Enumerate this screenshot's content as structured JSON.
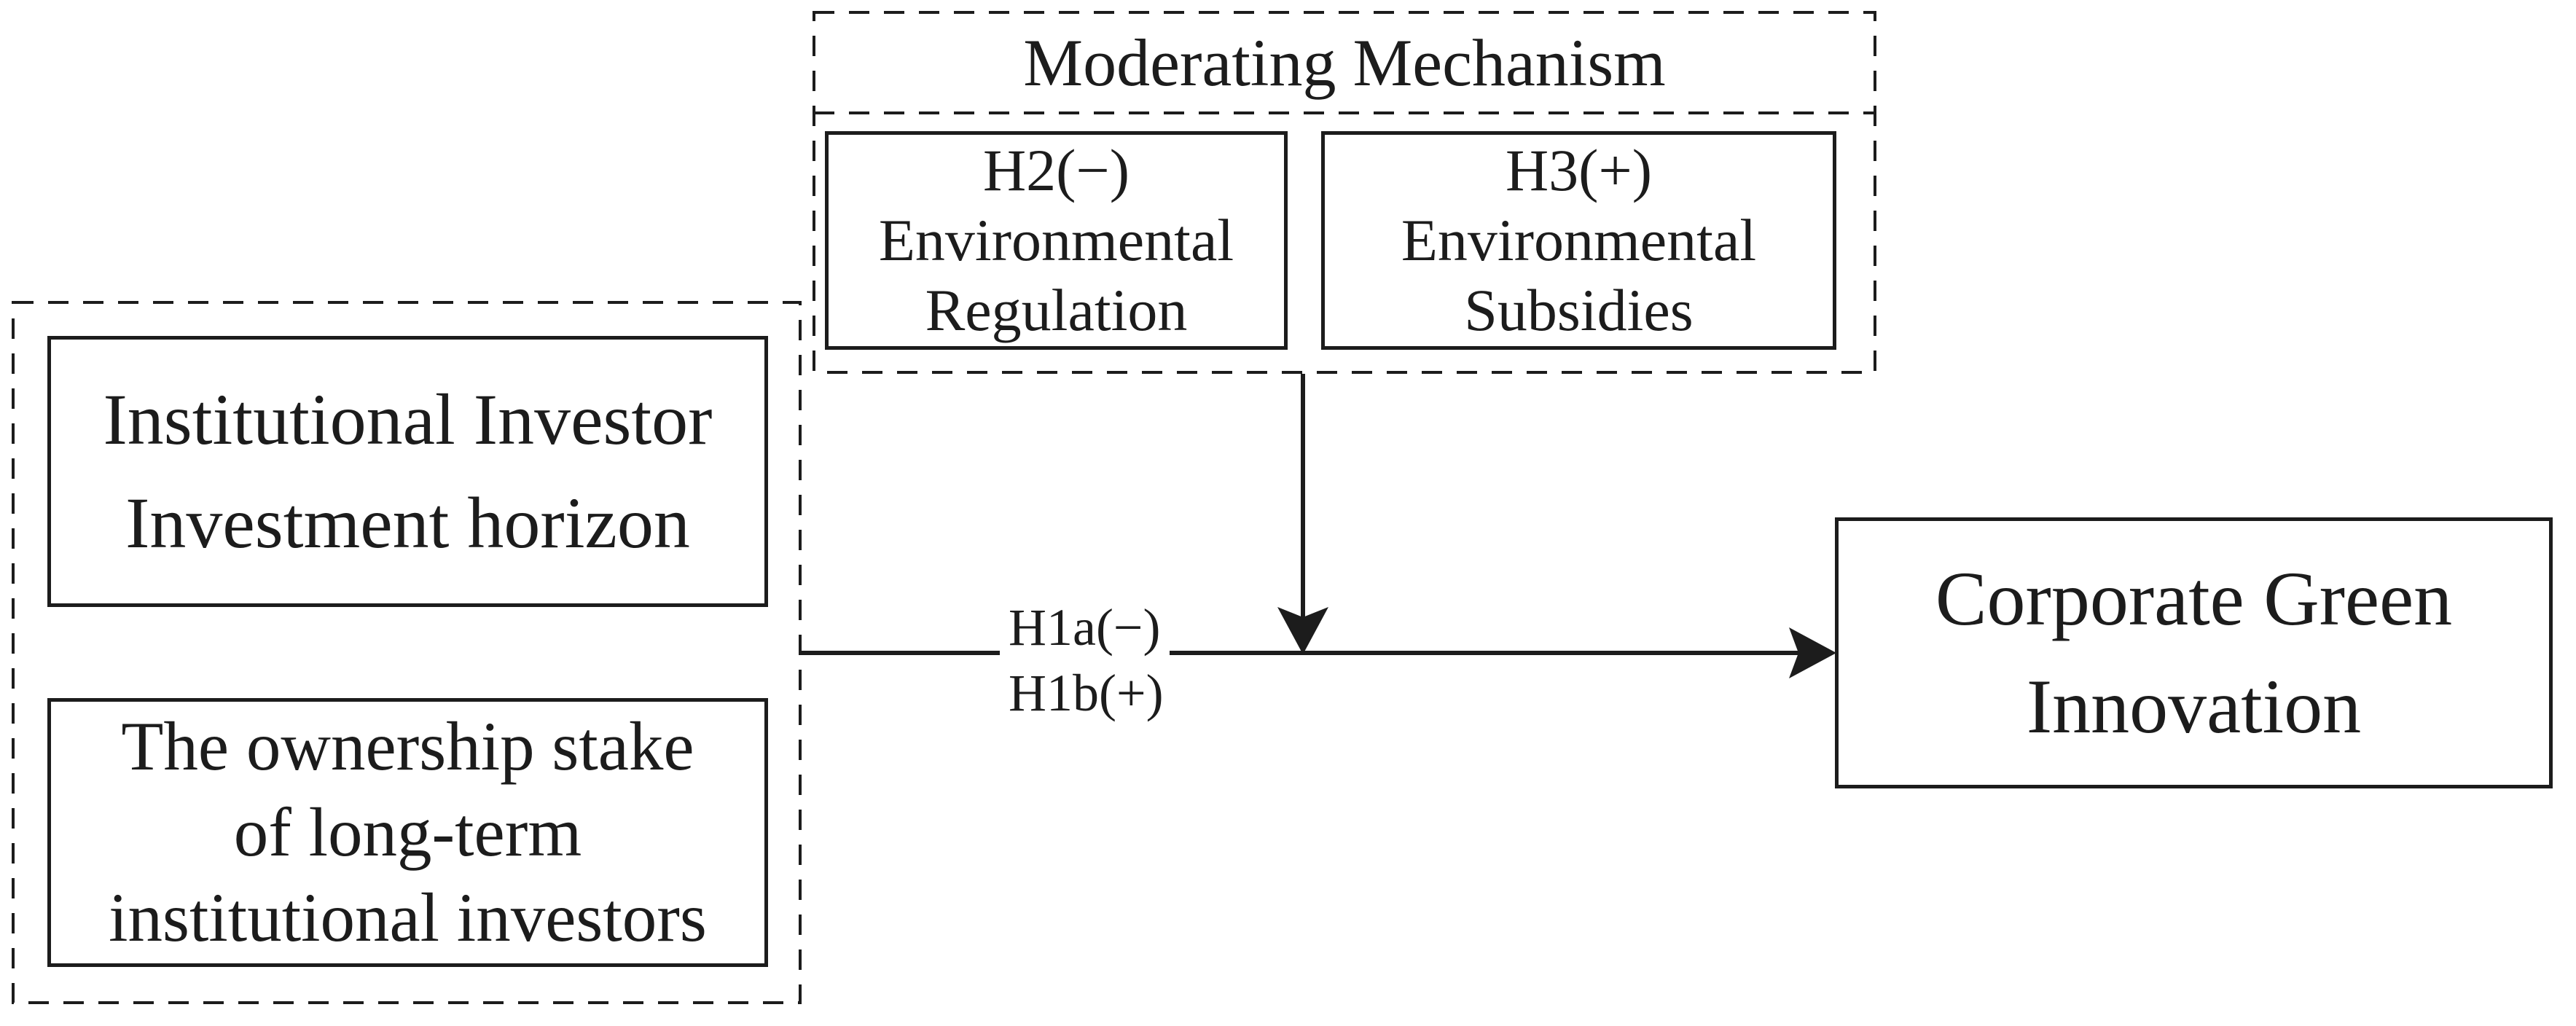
{
  "colors": {
    "background": "#ffffff",
    "ink": "#1c1c1c"
  },
  "groups": {
    "independent": {
      "box1_lines": [
        "Institutional Investor",
        "Investment horizon"
      ],
      "box2_lines": [
        "The ownership stake",
        "of long-term",
        "institutional investors"
      ]
    },
    "moderating": {
      "title": "Moderating Mechanism",
      "box_h2_lines": [
        "H2(−)",
        "Environmental",
        "Regulation"
      ],
      "box_h3_lines": [
        "H3(+)",
        "Environmental",
        "Subsidies"
      ]
    },
    "dependent": {
      "box_lines": [
        "Corporate Green",
        "Innovation"
      ]
    }
  },
  "arrows": {
    "h1a_label": "H1a(−)",
    "h1b_label": "H1b(+)"
  }
}
